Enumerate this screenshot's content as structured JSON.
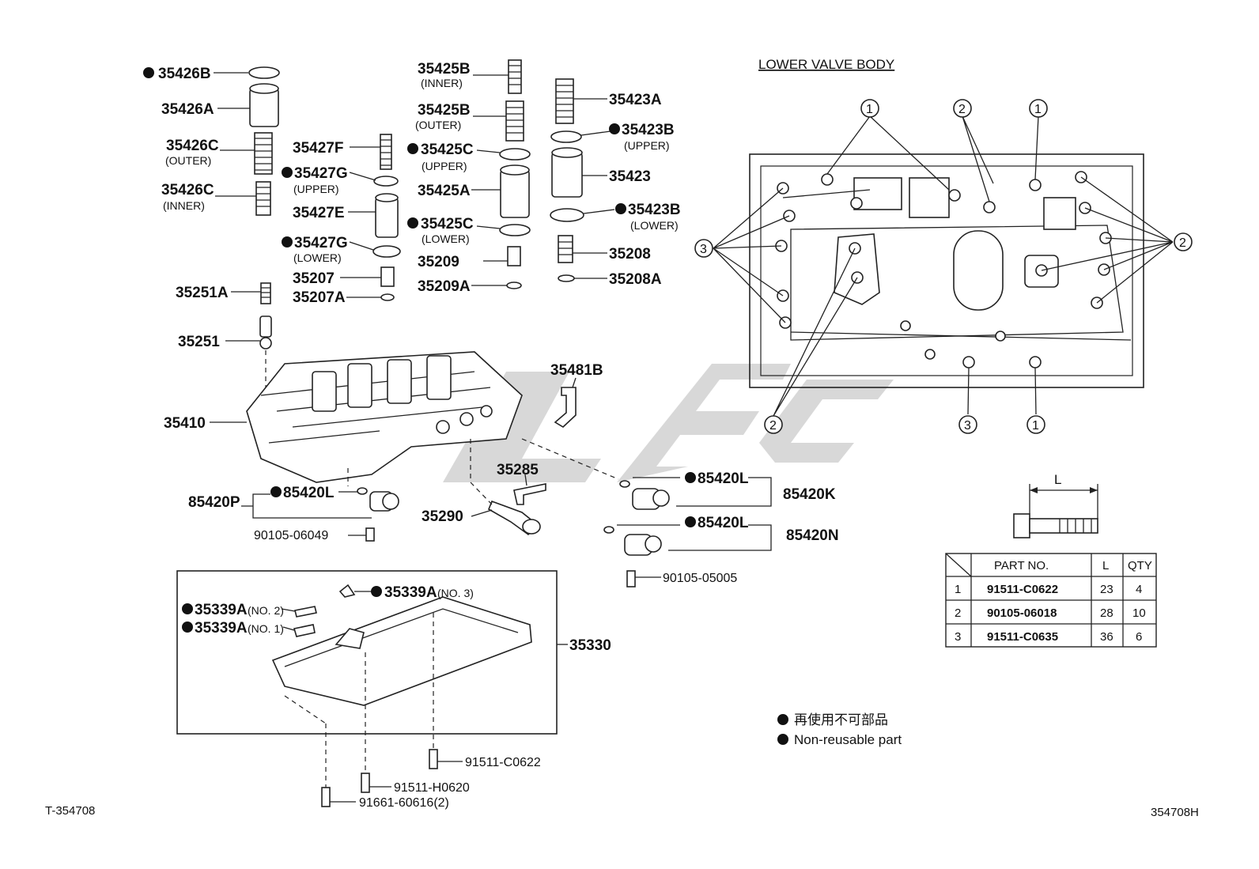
{
  "labels": {
    "p35426B": "35426B",
    "p35426A": "35426A",
    "p35426C_outer": "35426C",
    "outer": "(OUTER)",
    "p35426C_inner": "35426C",
    "inner": "(INNER)",
    "p35427F": "35427F",
    "p35427G_upper": "35427G",
    "upper": "(UPPER)",
    "p35427E": "35427E",
    "p35427G_lower": "35427G",
    "lower": "(LOWER)",
    "p35207": "35207",
    "p35207A": "35207A",
    "p35425B_inner": "35425B",
    "p35425B_outer": "35425B",
    "p35425C_upper": "35425C",
    "p35425A": "35425A",
    "p35425C_lower": "35425C",
    "p35209": "35209",
    "p35209A": "35209A",
    "p35423A": "35423A",
    "p35423B_upper": "35423B",
    "p35423": "35423",
    "p35423B_lower": "35423B",
    "p35208": "35208",
    "p35208A": "35208A",
    "p35251A": "35251A",
    "p35251": "35251",
    "p35410": "35410",
    "p35481B": "35481B",
    "p35285": "35285",
    "p35290": "35290",
    "p85420P": "85420P",
    "p85420L_a": "85420L",
    "p85420L_b": "85420L",
    "p85420L_c": "85420L",
    "p85420K": "85420K",
    "p85420N": "85420N",
    "p90105_06049": "90105-06049",
    "p90105_05005": "90105-05005",
    "p35339A_no3": "35339A",
    "no3": "(NO. 3)",
    "p35339A_no2": "35339A",
    "no2": "(NO. 2)",
    "p35339A_no1": "35339A",
    "no1": "(NO. 1)",
    "p35330": "35330",
    "p91511_C0622": "91511-C0622",
    "p91511_H0620": "91511-H0620",
    "p91661_60616": "91661-60616(2)"
  },
  "lower_valve_body": {
    "title": "LOWER VALVE BODY",
    "callouts": [
      "1",
      "2",
      "1",
      "3",
      "2",
      "2",
      "3",
      "1"
    ]
  },
  "bolt_length_label": "L",
  "bolt_table": {
    "headers": [
      "PART NO.",
      "L",
      "QTY"
    ],
    "rows": [
      [
        "1",
        "91511-C0622",
        "23",
        "4"
      ],
      [
        "2",
        "90105-06018",
        "28",
        "10"
      ],
      [
        "3",
        "91511-C0635",
        "36",
        "6"
      ]
    ]
  },
  "legend": {
    "jp": "再使用不可部品",
    "en": "Non-reusable part"
  },
  "footer": {
    "left": "T-354708",
    "right": "354708H"
  },
  "colors": {
    "ink": "#111111",
    "watermark": "#b8b8b8"
  }
}
